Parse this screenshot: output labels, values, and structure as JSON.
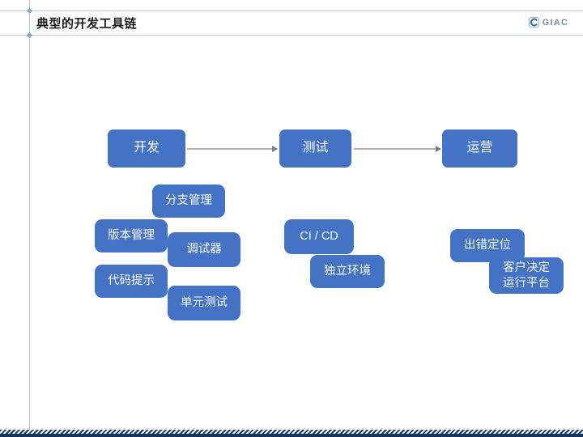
{
  "slide": {
    "title": "典型的开发工具链",
    "background_color": "#ffffff",
    "accent_color": "#4472c4",
    "footer_color": "#17365d"
  },
  "logo": {
    "text": "GIAC",
    "mark_icon": "giac-c-mark-icon",
    "color": "#7d8fa6"
  },
  "diagram": {
    "type": "flow",
    "stages": [
      {
        "id": "develop",
        "label": "开发",
        "tools": [
          {
            "label": "分支管理"
          },
          {
            "label": "版本管理"
          },
          {
            "label": "调试器"
          },
          {
            "label": "代码提示"
          },
          {
            "label": "单元测试"
          }
        ]
      },
      {
        "id": "test",
        "label": "测试",
        "tools": [
          {
            "label": "CI / CD"
          },
          {
            "label": "独立环境"
          }
        ]
      },
      {
        "id": "operate",
        "label": "运营",
        "tools": [
          {
            "label": "出错定位"
          },
          {
            "label": "客户决定\n运行平台",
            "line1": "客户决定",
            "line2": "运行平台"
          }
        ]
      }
    ],
    "connectors": [
      {
        "from": "开发",
        "to": "测试"
      },
      {
        "from": "测试",
        "to": "运营"
      }
    ]
  }
}
